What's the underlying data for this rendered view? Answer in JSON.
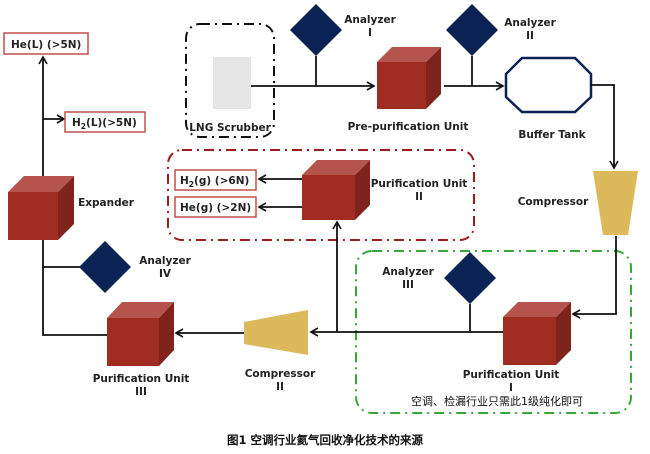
{
  "diagram": {
    "caption": "图1 空调行业氦气回收净化技术的来源",
    "colors": {
      "unit_front": "#a12c22",
      "unit_top": "#b5544c",
      "unit_side": "#7f241c",
      "analyzer": "#0b2255",
      "compressor": "#dcb95a",
      "buffer_tank_stroke": "#0b2255",
      "scrubber_fill": "#e6e6e6",
      "group_red": "#9b1c1c",
      "group_green": "#3aa53a",
      "output_box_border": "#c0504d"
    },
    "nodes": {
      "lng_scrubber": "LNG Scrubber",
      "pre_purification": "Pre-purification Unit",
      "buffer_tank": "Buffer Tank",
      "compressor_1": "Compressor",
      "purification_1": {
        "line1": "Purification Unit",
        "line2": "I"
      },
      "purification_2": {
        "line1": "Purification Unit",
        "line2": "II"
      },
      "purification_3": {
        "line1": "Purification Unit",
        "line2": "III"
      },
      "compressor_2": {
        "line1": "Compressor",
        "line2": "II"
      },
      "expander": "Expander",
      "analyzer_1": {
        "line1": "Analyzer",
        "line2": "I"
      },
      "analyzer_2": {
        "line1": "Analyzer",
        "line2": "II"
      },
      "analyzer_3": {
        "line1": "Analyzer",
        "line2": "III"
      },
      "analyzer_4": {
        "line1": "Analyzer",
        "line2": "IV"
      }
    },
    "outputs": {
      "he_liquid": {
        "main": "He(L) (>5N)"
      },
      "h2_liquid": {
        "pre": "H",
        "sub": "2",
        "post": "(L)(>5N)"
      },
      "h2_gas": {
        "pre": "H",
        "sub": "2",
        "post": "(g)  (>6N)"
      },
      "he_gas": {
        "main": "He(g)  (>2N)"
      }
    },
    "notes": {
      "green_group_note": "空调、检漏行业只需此1级纯化即可"
    }
  }
}
